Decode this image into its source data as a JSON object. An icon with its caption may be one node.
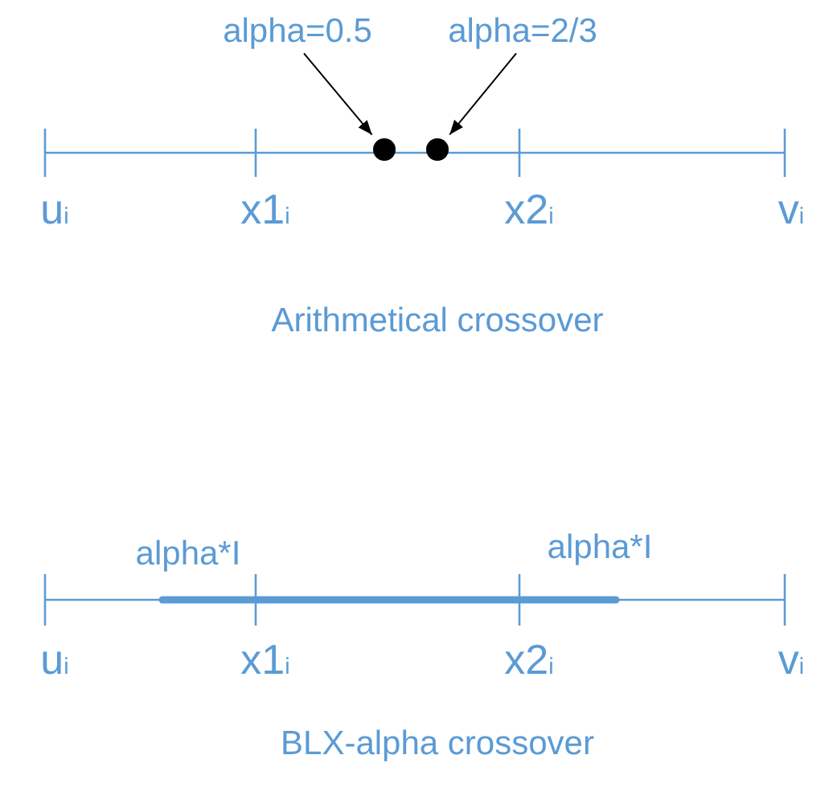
{
  "diagram": {
    "nodes": [
      {
        "text": [
          "alpha=0.5"
        ]
      },
      {
        "text": [
          "alpha=2/3"
        ]
      },
      {
        "text": [],
        "shape": "circle"
      },
      {
        "text": [],
        "shape": "circle"
      }
    ],
    "edges": [
      {
        "from": 0,
        "to": 2,
        "arrow": "to"
      },
      {
        "from": 1,
        "to": 3,
        "arrow": "to"
      }
    ],
    "labels": [
      "u$_{i}$",
      "x1$_{i}$",
      "x2$_{i}$",
      "v$_{i}$",
      "Arithmetical crossover",
      "alpha*I",
      "alpha*I",
      "u$_{i}$",
      "x1$_{i}$",
      "x2$_{i}$",
      "v$_{i}$",
      "BLX-alpha crossover"
    ]
  }
}
